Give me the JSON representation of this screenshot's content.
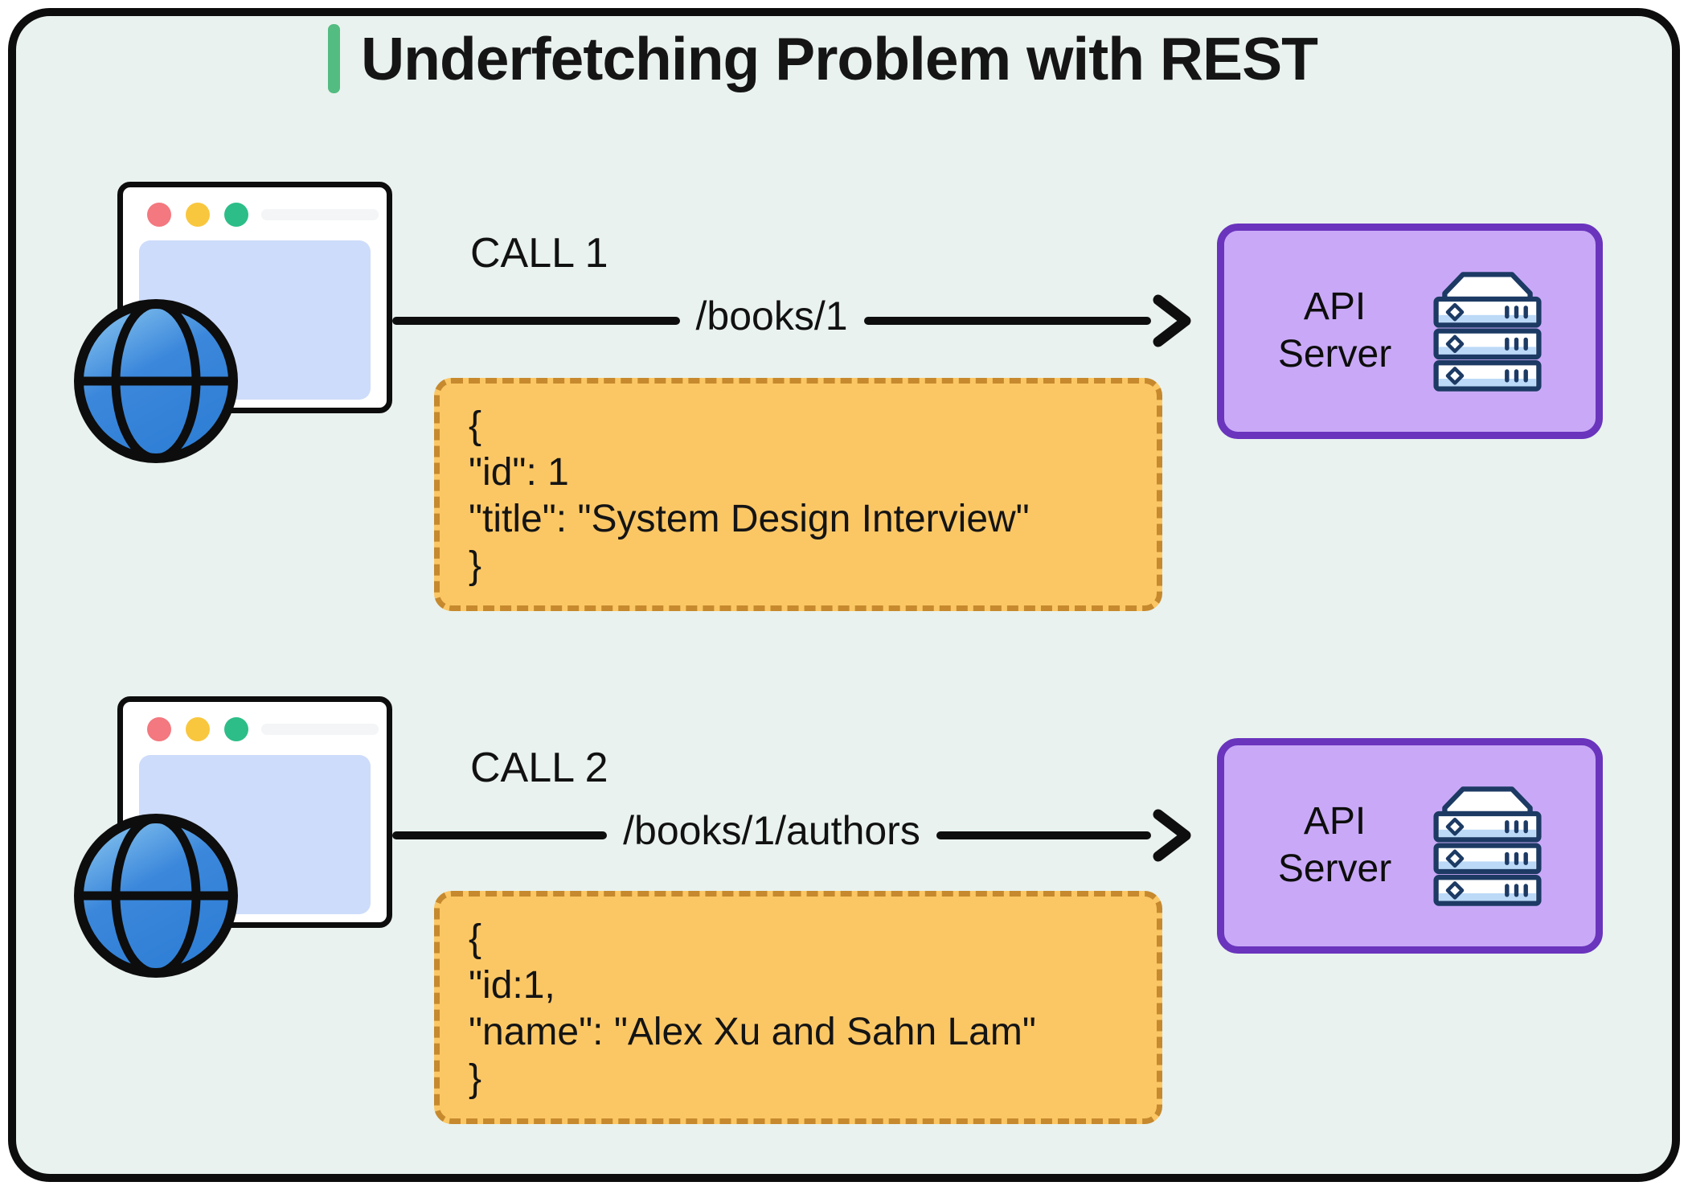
{
  "title": "Underfetching Problem with REST",
  "calls": [
    {
      "label": "CALL 1",
      "endpoint": "/books/1",
      "response_lines": [
        "{",
        "\"id\": 1",
        "\"title\": \"System Design Interview\"",
        "}"
      ],
      "server": {
        "line1": "API",
        "line2": "Server"
      }
    },
    {
      "label": "CALL 2",
      "endpoint": "/books/1/authors",
      "response_lines": [
        "{",
        "\"id:1,",
        "\"name\": \"Alex Xu and Sahn Lam\"",
        "}"
      ],
      "server": {
        "line1": "API",
        "line2": "Server"
      }
    }
  ],
  "icons": {
    "client": "browser-window-with-globe-icon",
    "server": "server-rack-icon",
    "arrow": "right-arrow-icon",
    "window_dots": [
      "red-dot-icon",
      "yellow-dot-icon",
      "green-dot-icon"
    ]
  },
  "colors": {
    "canvas_background": "#e9f2ee",
    "accent_green": "#53bc81",
    "response_box_fill": "#fbc765",
    "response_box_border": "#c6892d",
    "server_box_fill": "#c9a9f7",
    "server_box_border": "#6a34bd",
    "browser_content_fill": "#cddcfa",
    "traffic_light_red": "#f3787f",
    "traffic_light_yellow": "#f9c73e",
    "traffic_light_green": "#2dbd88",
    "globe_blue": "#3b87db",
    "server_icon_navy": "#1c3a63",
    "line_black": "#0e0e0e"
  }
}
